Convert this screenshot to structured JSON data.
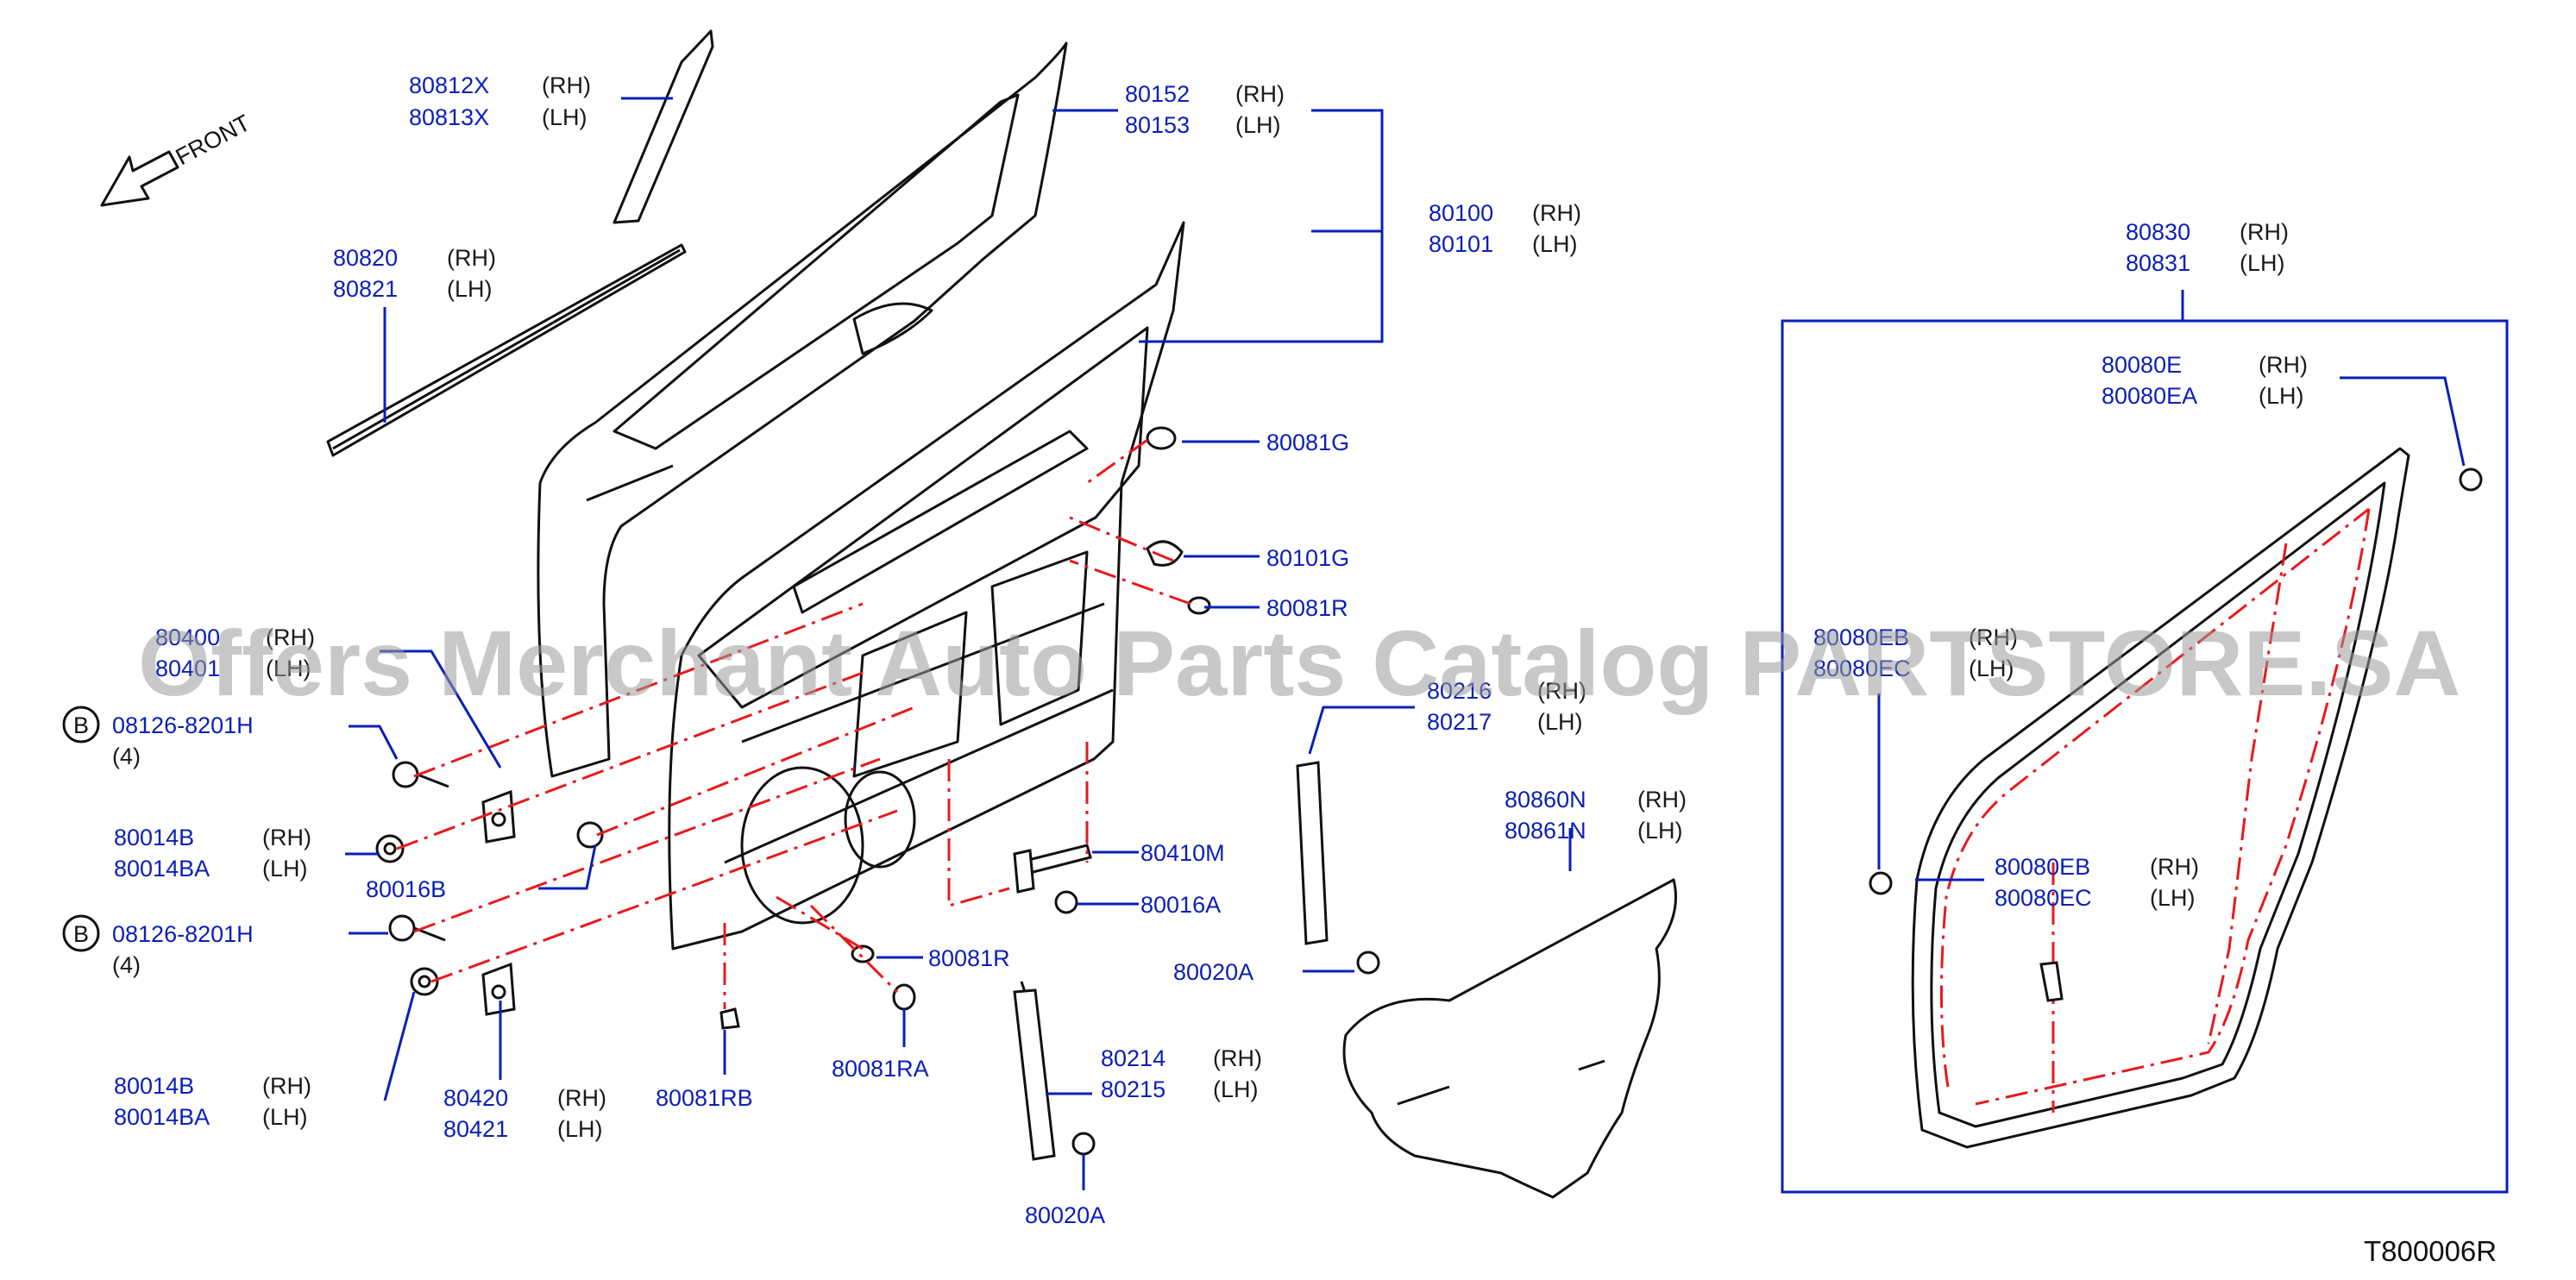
{
  "diagram": {
    "front_label": "FRONT",
    "drawing_code": "T800006R",
    "watermark": "Offers Merchant Auto Parts Catalog PARTSTORE.SA",
    "callouts": [
      {
        "id": "mold_rh",
        "part": "80812X",
        "side": "(RH)"
      },
      {
        "id": "mold_lh",
        "part": "80813X",
        "side": "(LH)"
      },
      {
        "id": "weather_rh",
        "part": "80820",
        "side": "(RH)"
      },
      {
        "id": "weather_lh",
        "part": "80821",
        "side": "(LH)"
      },
      {
        "id": "door_shell_rh",
        "part": "80152",
        "side": "(RH)"
      },
      {
        "id": "door_shell_lh",
        "part": "80153",
        "side": "(LH)"
      },
      {
        "id": "door_rh",
        "part": "80100",
        "side": "(RH)"
      },
      {
        "id": "door_lh",
        "part": "80101",
        "side": "(LH)"
      },
      {
        "id": "plug_g",
        "part": "80081G",
        "side": ""
      },
      {
        "id": "cap_101g",
        "part": "80101G",
        "side": ""
      },
      {
        "id": "plug_r_top",
        "part": "80081R",
        "side": ""
      },
      {
        "id": "hinge_up_rh",
        "part": "80400",
        "side": "(RH)"
      },
      {
        "id": "hinge_up_lh",
        "part": "80401",
        "side": "(LH)"
      },
      {
        "id": "bolt_1",
        "part": "08126-8201H",
        "side": "",
        "qty": "(4)",
        "mark": "B"
      },
      {
        "id": "nut_rh_1",
        "part": "80014B",
        "side": "(RH)"
      },
      {
        "id": "nut_lh_1",
        "part": "80014BA",
        "side": "(LH)"
      },
      {
        "id": "bolt_16b",
        "part": "80016B",
        "side": ""
      },
      {
        "id": "bolt_2",
        "part": "08126-8201H",
        "side": "",
        "qty": "(4)",
        "mark": "B"
      },
      {
        "id": "nut_rh_2",
        "part": "80014B",
        "side": "(RH)"
      },
      {
        "id": "nut_lh_2",
        "part": "80014BA",
        "side": "(LH)"
      },
      {
        "id": "hinge_lo_rh",
        "part": "80420",
        "side": "(RH)"
      },
      {
        "id": "hinge_lo_lh",
        "part": "80421",
        "side": "(LH)"
      },
      {
        "id": "plug_rb",
        "part": "80081RB",
        "side": ""
      },
      {
        "id": "plug_r_low",
        "part": "80081R",
        "side": ""
      },
      {
        "id": "plug_ra",
        "part": "80081RA",
        "side": ""
      },
      {
        "id": "check_link",
        "part": "80410M",
        "side": ""
      },
      {
        "id": "bolt_16a",
        "part": "80016A",
        "side": ""
      },
      {
        "id": "sash_rh",
        "part": "80214",
        "side": "(RH)"
      },
      {
        "id": "sash_lh",
        "part": "80215",
        "side": "(LH)"
      },
      {
        "id": "clip_20a_low",
        "part": "80020A",
        "side": ""
      },
      {
        "id": "sash_f_rh",
        "part": "80216",
        "side": "(RH)"
      },
      {
        "id": "sash_f_lh",
        "part": "80217",
        "side": "(LH)"
      },
      {
        "id": "clip_20a_mid",
        "part": "80020A",
        "side": ""
      },
      {
        "id": "screen_rh",
        "part": "80860N",
        "side": "(RH)"
      },
      {
        "id": "screen_lh",
        "part": "80861N",
        "side": "(LH)"
      },
      {
        "id": "seal_rh",
        "part": "80830",
        "side": "(RH)"
      },
      {
        "id": "seal_lh",
        "part": "80831",
        "side": "(LH)"
      },
      {
        "id": "clip_e_rh",
        "part": "80080E",
        "side": "(RH)"
      },
      {
        "id": "clip_e_lh",
        "part": "80080EA",
        "side": "(LH)"
      },
      {
        "id": "clip_b_rh",
        "part": "80080EB",
        "side": "(RH)"
      },
      {
        "id": "clip_b_lh",
        "part": "80080EC",
        "side": "(LH)"
      },
      {
        "id": "clip_left_rh",
        "part": "80080EB",
        "side": "(RH)"
      },
      {
        "id": "clip_left_lh",
        "part": "80080EC",
        "side": "(LH)"
      }
    ]
  }
}
